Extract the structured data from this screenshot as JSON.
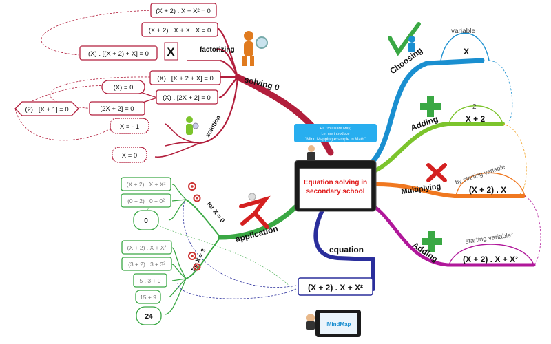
{
  "center": {
    "title_line1": "Equation solving in",
    "title_line2": "secondary school",
    "speech_line1": "Hi, I'm Okare May,",
    "speech_line2": "Let me introduce",
    "speech_line3": "\"Mind Mapping example in Math\""
  },
  "branches": {
    "solving": "solving 0",
    "factorizing": "factorizing",
    "solution": "solution",
    "choosing": "Choosing",
    "adding1": "Adding",
    "multiplying": "Multiplying",
    "adding2": "Adding",
    "equation": "equation",
    "application": "application",
    "for_x0": "for X = 0",
    "for_x3": "for X = 3"
  },
  "solving_boxes": [
    "(X + 2) . X + X² = 0",
    "(X + 2) . X + X . X = 0",
    "(X) . [(X + 2) + X] = 0",
    "(X) . [X + 2 + X] = 0",
    "(X) . [2X + 2] = 0"
  ],
  "factor_symbol": "X",
  "solution_boxes": {
    "x_eq_0_top": "(X) = 0",
    "twox": "[2X + 2] = 0",
    "two_times": "(2) . [X + 1] = 0",
    "x_minus1": "X = - 1",
    "x_eq_0": "X = 0"
  },
  "right_labels": {
    "variable": "variable",
    "x": "X",
    "two": "2",
    "x_plus_2": "X + 2",
    "by_starting": "by starting variable",
    "x2_times_x": "(X + 2) . X",
    "starting_sq": "starting variable²",
    "final": "(X + 2) . X + X²"
  },
  "equation_box": "(X + 2) . X + X²",
  "app_x0": [
    "(X + 2) . X + X²",
    "(0 + 2) . 0 + 0²",
    "0"
  ],
  "app_x3": [
    "(X + 2) . X + X²",
    "(3 + 2) . 3 + 3²",
    "5 . 3 + 9",
    "15 + 9",
    "24"
  ],
  "bottom_badge": "iMindMap",
  "colors": {
    "red": "#b21e3c",
    "blue": "#1a8fd0",
    "green": "#7cc42c",
    "orange": "#f07820",
    "magenta": "#b0179a",
    "navy": "#2a2e9c",
    "appgreen": "#3aa844"
  }
}
